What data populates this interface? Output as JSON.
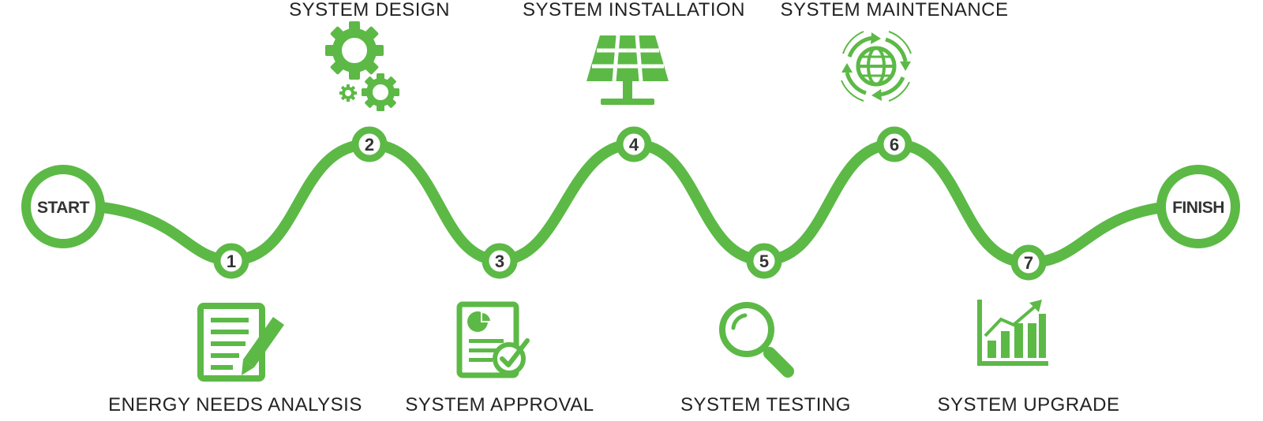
{
  "colors": {
    "accent": "#5cb946",
    "text": "#222222",
    "number_text": "#333333",
    "background": "#ffffff"
  },
  "start_label": "START",
  "finish_label": "FINISH",
  "steps": [
    {
      "number": "1",
      "label": "ENERGY NEEDS ANALYSIS",
      "icon": "document-pencil-icon"
    },
    {
      "number": "2",
      "label": "SYSTEM DESIGN",
      "icon": "gears-icon"
    },
    {
      "number": "3",
      "label": "SYSTEM APPROVAL",
      "icon": "approved-report-icon"
    },
    {
      "number": "4",
      "label": "SYSTEM INSTALLATION",
      "icon": "solar-panel-icon"
    },
    {
      "number": "5",
      "label": "SYSTEM TESTING",
      "icon": "magnifier-icon"
    },
    {
      "number": "6",
      "label": "SYSTEM MAINTENANCE",
      "icon": "globe-cycle-icon"
    },
    {
      "number": "7",
      "label": "SYSTEM UPGRADE",
      "icon": "growth-chart-icon"
    }
  ]
}
